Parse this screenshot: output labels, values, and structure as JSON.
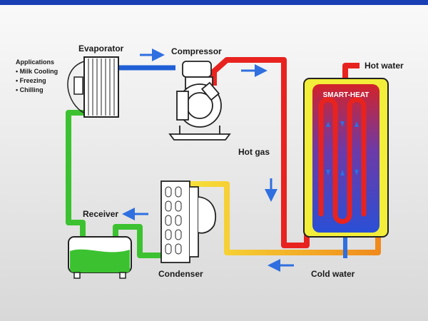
{
  "labels": {
    "evaporator": "Evaporator",
    "compressor": "Compressor",
    "hot_water": "Hot water",
    "hot_gas": "Hot gas",
    "receiver": "Receiver",
    "condenser": "Condenser",
    "cold_water": "Cold water",
    "tank_brand": "SMART-HEAT"
  },
  "applications": {
    "title": "Applications",
    "items": [
      "• Milk Cooling",
      "• Freezing",
      "• Chilling"
    ]
  },
  "colors": {
    "top_bar": "#1a3fb5",
    "background": "#f2f2f2",
    "pipe_green": "#3cc230",
    "pipe_blue": "#1f5fd6",
    "pipe_red": "#e8231f",
    "pipe_yellow": "#f7e23a",
    "pipe_orange": "#f08a1c",
    "tank_fill": "#f2ee3a",
    "tank_core": "#2a4fd6",
    "flow_arrow": "#2f6fe0"
  }
}
